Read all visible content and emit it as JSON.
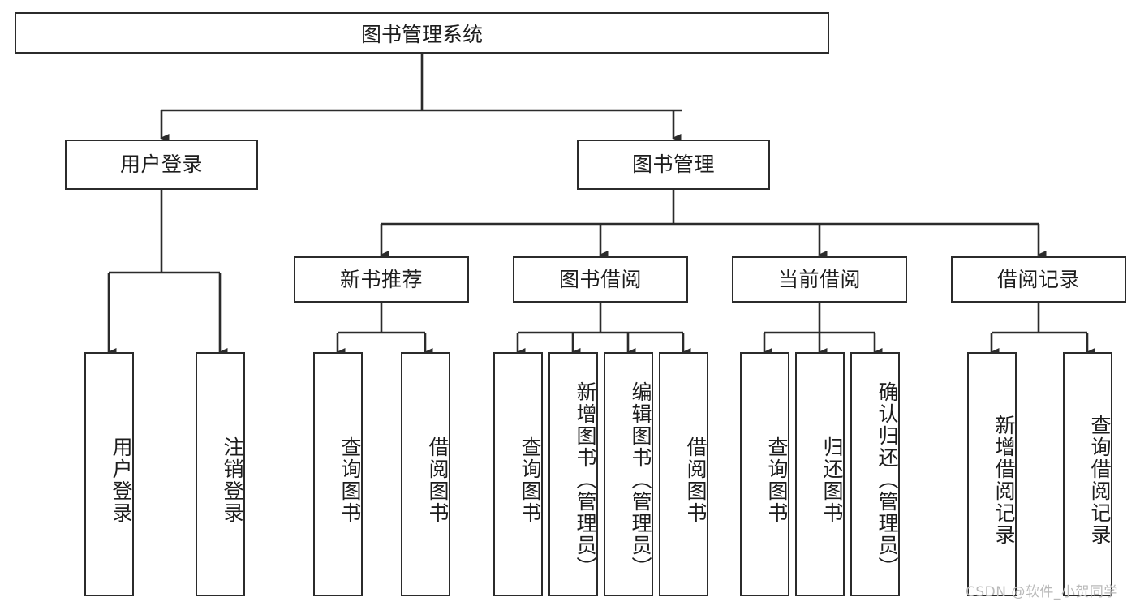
{
  "diagram": {
    "title": "图书管理系统",
    "type": "hierarchy-tree",
    "colors": {
      "node_border": "#2b2b2b",
      "node_fill": "#ffffff",
      "edge": "#2b2b2b",
      "text": "#1d1d1d",
      "watermark": "#b9b9b9"
    },
    "root": {
      "label": "图书管理系统"
    },
    "level2": [
      {
        "label": "用户登录"
      },
      {
        "label": "图书管理"
      }
    ],
    "level3": [
      {
        "label": "新书推荐"
      },
      {
        "label": "图书借阅"
      },
      {
        "label": "当前借阅"
      },
      {
        "label": "借阅记录"
      }
    ],
    "leaves": {
      "user_login": [
        {
          "label": "用户登录"
        },
        {
          "label": "注销登录"
        }
      ],
      "new_book_recommend": [
        {
          "label": "查询图书"
        },
        {
          "label": "借阅图书"
        }
      ],
      "book_borrow": [
        {
          "label": "查询图书"
        },
        {
          "label": "新增图书（管理员）"
        },
        {
          "label": "编辑图书（管理员）"
        },
        {
          "label": "借阅图书"
        }
      ],
      "current_borrow": [
        {
          "label": "查询图书"
        },
        {
          "label": "归还图书"
        },
        {
          "label": "确认归还（管理员）"
        }
      ],
      "borrow_record": [
        {
          "label": "新增借阅记录"
        },
        {
          "label": "查询借阅记录"
        }
      ]
    }
  },
  "watermark": {
    "text": "CSDN @软件_小贺同学"
  }
}
